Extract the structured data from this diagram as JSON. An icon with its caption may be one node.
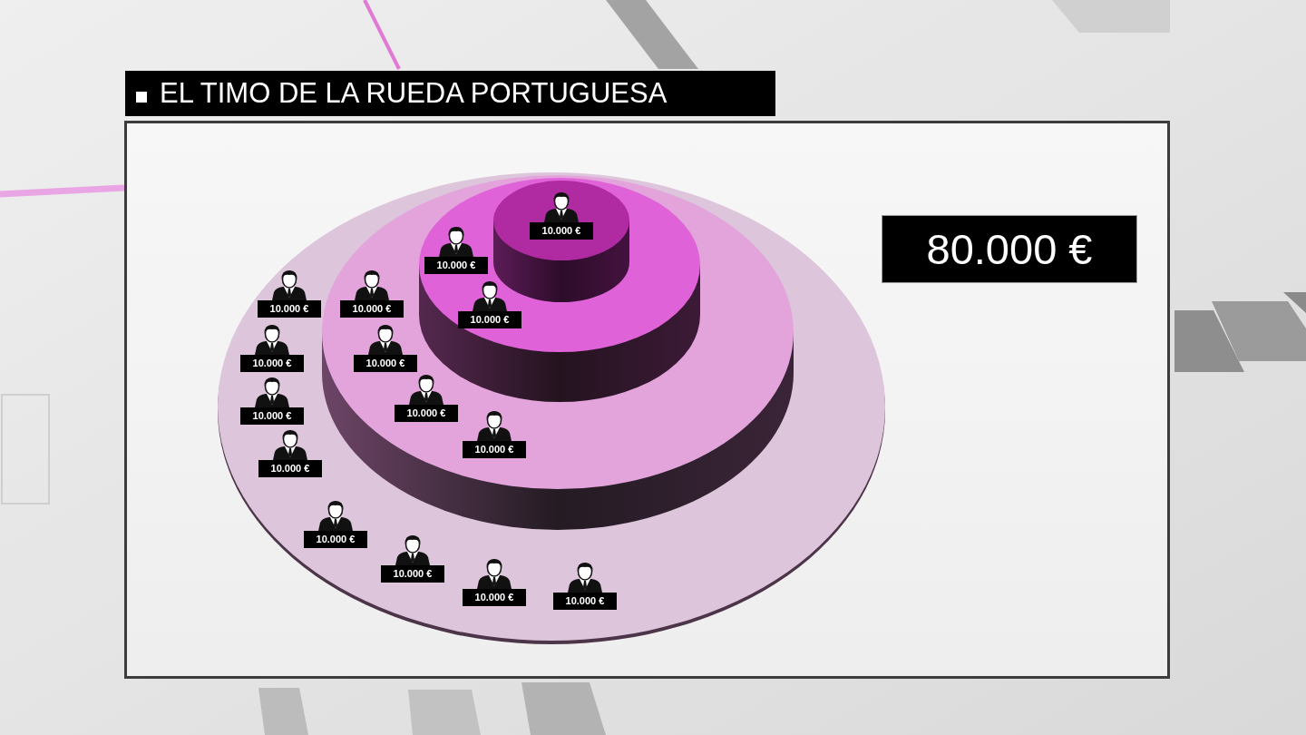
{
  "diagram": {
    "title": "EL TIMO DE LA RUEDA PORTUGUESA",
    "nodes": [
      {
        "text": [],
        "shape": "ellipse"
      },
      {
        "text": [],
        "shape": "cylinder",
        "in": 0
      },
      {
        "text": [],
        "shape": "cylinder",
        "in": 1
      },
      {
        "text": [],
        "shape": "cylinder",
        "in": 2
      },
      {
        "text": [
          "10.000 €"
        ],
        "in": 3
      },
      {
        "text": [
          "10.000 €"
        ],
        "in": 2
      },
      {
        "text": [
          "10.000 €"
        ],
        "in": 2
      },
      {
        "text": [
          "10.000 €"
        ],
        "in": 1
      },
      {
        "text": [
          "10.000 €"
        ],
        "in": 1
      },
      {
        "text": [
          "10.000 €"
        ],
        "in": 1
      },
      {
        "text": [
          "10.000 €"
        ],
        "in": 1
      },
      {
        "text": [
          "10.000 €"
        ],
        "in": 0
      },
      {
        "text": [
          "10.000 €"
        ],
        "in": 0
      },
      {
        "text": [
          "10.000 €"
        ],
        "in": 0
      },
      {
        "text": [
          "10.000 €"
        ],
        "in": 0
      },
      {
        "text": [
          "10.000 €"
        ],
        "in": 0
      },
      {
        "text": [
          "10.000 €"
        ],
        "in": 0
      },
      {
        "text": [
          "10.000 €"
        ],
        "in": 0
      },
      {
        "text": [
          "10.000 €"
        ],
        "in": 0
      },
      {
        "text": [
          "80.000 €"
        ]
      }
    ]
  }
}
